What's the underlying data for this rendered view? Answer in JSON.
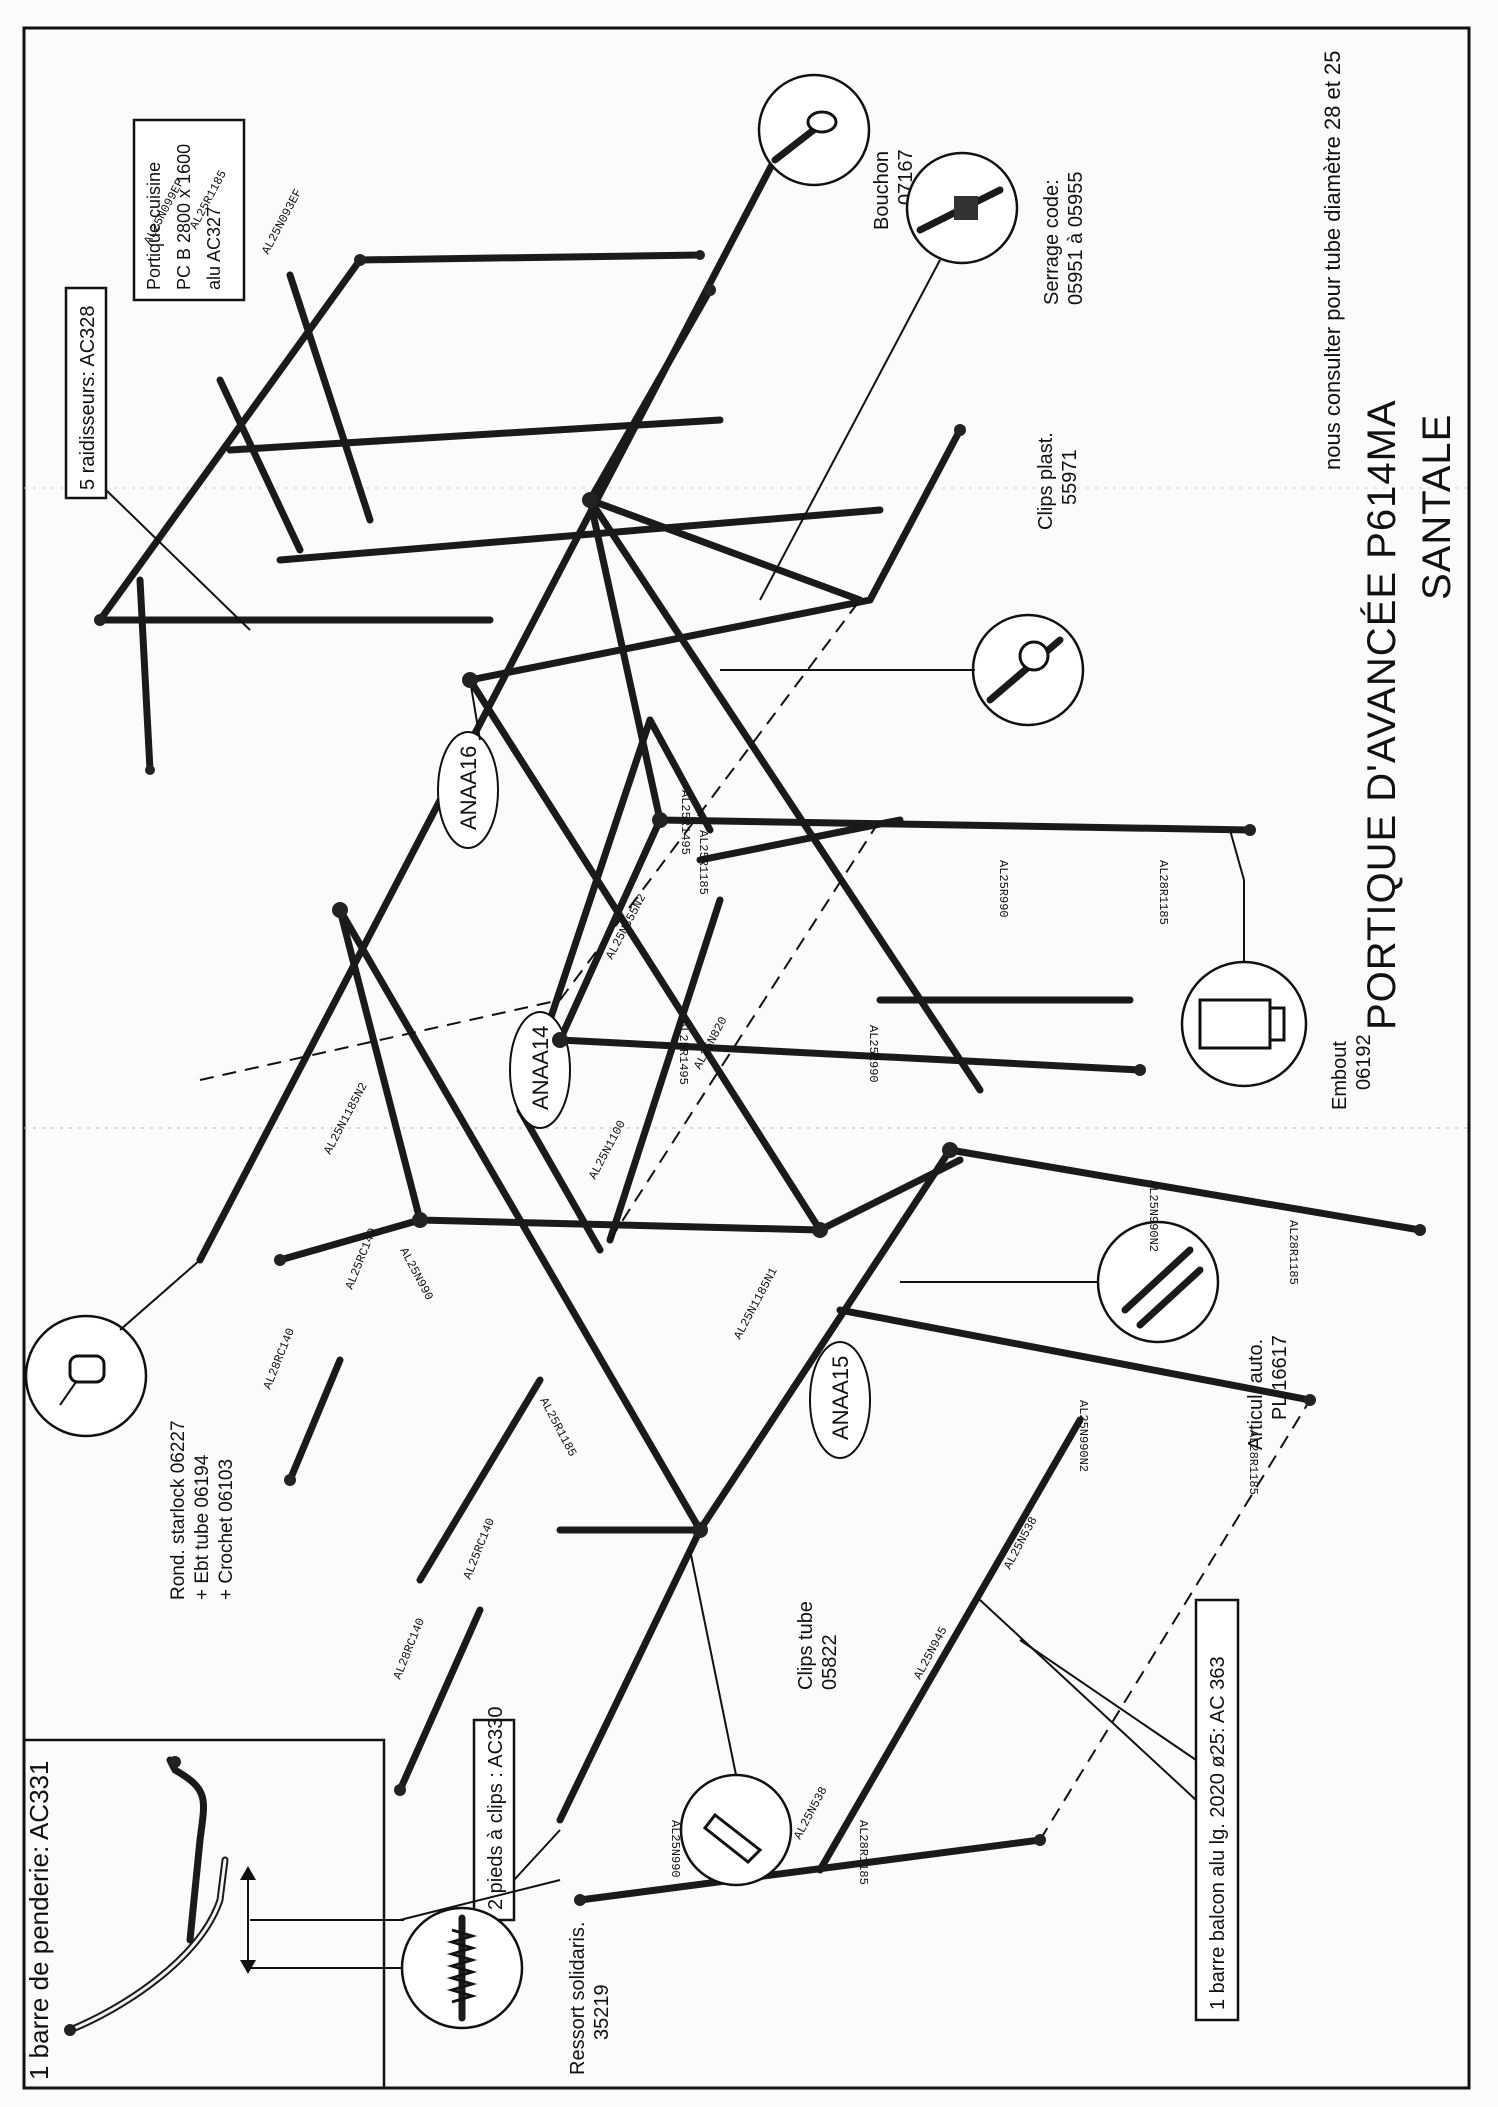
{
  "title": "PORTIQUE D'AVANCÉE P614MA",
  "subtitle": "SANTALE",
  "note": "nous consulter pour tube diamètre 28 et 25",
  "callouts": {
    "penderie": "1 barre de penderie: AC331",
    "raidisseurs": "5 raidisseurs: AC328",
    "cuisine": [
      "Portique cuisine",
      "PC B 2800 x 1600",
      "alu AC327"
    ],
    "pieds": "2 pieds à clips : AC330",
    "balcon": "1 barre balcon alu lg. 2020 ø25: AC 363"
  },
  "parts": {
    "bouchon": [
      "Bouchon",
      "07167"
    ],
    "serrage": [
      "Serrage code:",
      "05951 à 05955"
    ],
    "clips_plast": [
      "Clips plast.",
      "55971"
    ],
    "embout": [
      "Embout",
      "06192"
    ],
    "articul": [
      "Articul. auto.",
      "PL 16617"
    ],
    "clips_tube": [
      "Clips tube",
      "05822"
    ],
    "ressort": [
      "Ressort solidaris.",
      "35219"
    ],
    "rond": [
      "Rond. starlock 06227",
      "+ Ebt tube 06194",
      "+ Crochet 06103"
    ]
  },
  "joints": {
    "anaa16": "ANAA16",
    "anaa14": "ANAA14",
    "anaa15": "ANAA15"
  },
  "tube_labels": {
    "t1": "AL25N099EF",
    "t2": "AL25R1185",
    "t3": "AL25N093EF",
    "t4": "AL25N1185N2",
    "t5": "AL25R990",
    "t6": "AL28R1185",
    "t7": "AL25R1185",
    "t8": "AL25N990N2",
    "t9": "AL28R1185",
    "t10": "AL25R990",
    "t11": "AL25RC140",
    "t12": "AL28RC140",
    "t13": "AL25N990",
    "t14": "AL25R1185",
    "t15": "AL25N1185N1",
    "t16": "AL25N990N2",
    "t17": "AL28R1185",
    "t18": "AL25RC140",
    "t19": "AL28RC140",
    "t20": "AL25N538",
    "t21": "AL25N945",
    "t22": "AL25N990",
    "t23": "AL28R1185",
    "t24": "AL25N355N2",
    "t25": "AL25R1495",
    "t26": "AL25R1495",
    "t27": "AL25N820",
    "t28": "AL25N1100",
    "t29": "AL25N538"
  }
}
